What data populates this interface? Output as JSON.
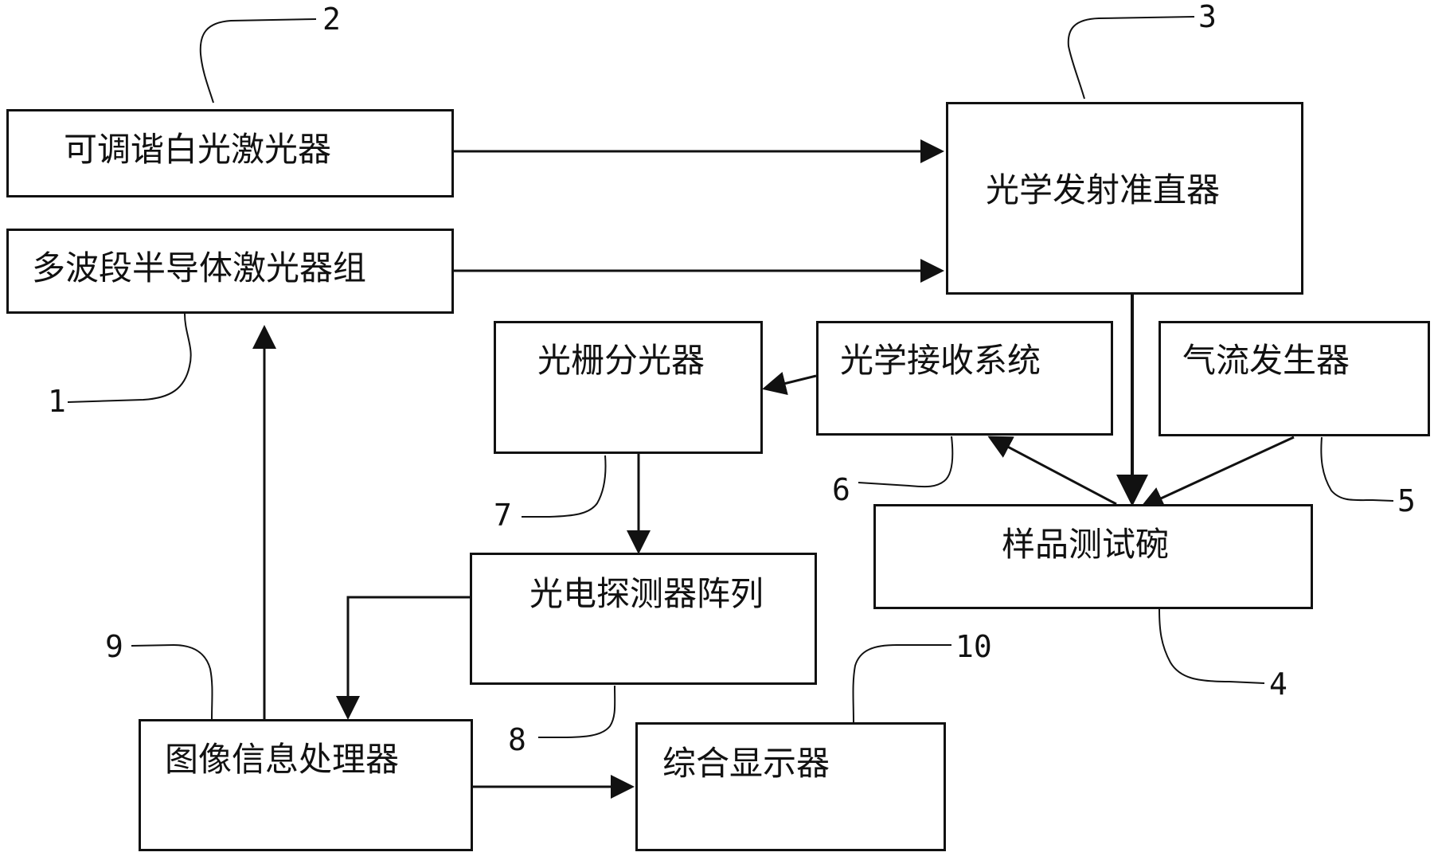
{
  "components": {
    "tunable_white_laser": "可调谐白光激光器",
    "semiconductor_laser_group": "多波段半导体激光器组",
    "optical_collimator": "光学发射准直器",
    "grating_splitter": "光栅分光器",
    "optical_receiver": "光学接收系统",
    "airflow_generator": "气流发生器",
    "sample_bowl": "样品测试碗",
    "photodetector_array": "光电探测器阵列",
    "image_processor": "图像信息处理器",
    "display": "综合显示器"
  },
  "refs": {
    "r1": "1",
    "r2": "2",
    "r3": "3",
    "r4": "4",
    "r5": "5",
    "r6": "6",
    "r7": "7",
    "r8": "8",
    "r9": "9",
    "r10": "10"
  },
  "colors": {
    "line": "#111111",
    "background": "#ffffff"
  }
}
